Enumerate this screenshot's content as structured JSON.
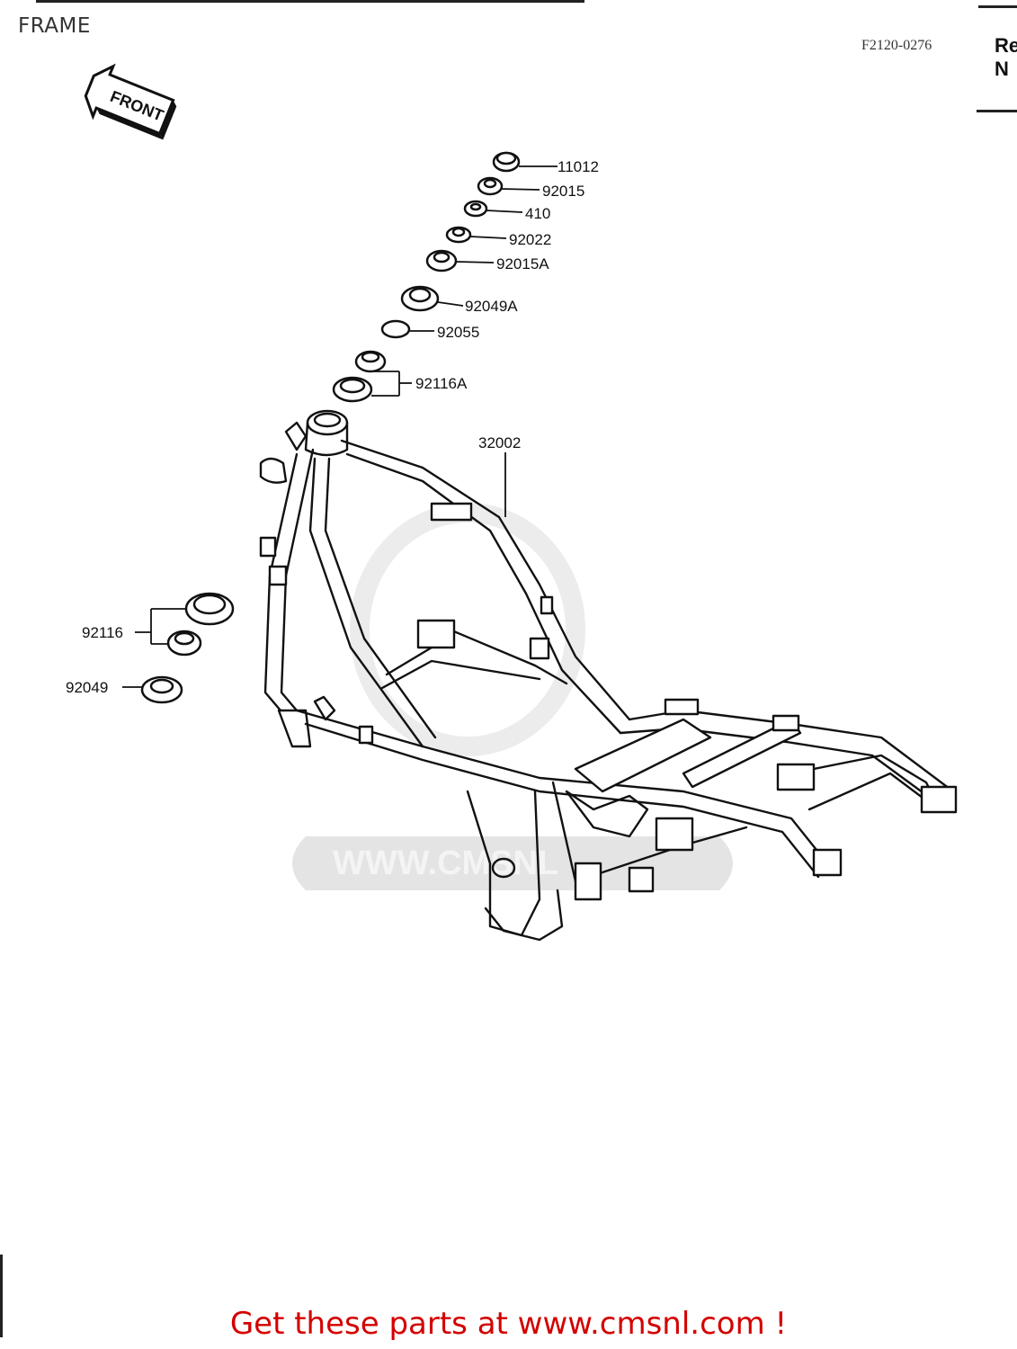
{
  "header": {
    "title": "FRAME",
    "ref_code": "F2120-0276",
    "corner_line1": "Re",
    "corner_line2": "N"
  },
  "front_arrow": {
    "label": "FRONT"
  },
  "parts": [
    {
      "id": "p-11012",
      "label": "11012"
    },
    {
      "id": "p-92015",
      "label": "92015"
    },
    {
      "id": "p-410",
      "label": "410"
    },
    {
      "id": "p-92022",
      "label": "92022"
    },
    {
      "id": "p-92015A",
      "label": "92015A"
    },
    {
      "id": "p-92049A",
      "label": "92049A"
    },
    {
      "id": "p-92055",
      "label": "92055"
    },
    {
      "id": "p-92116A",
      "label": "92116A"
    },
    {
      "id": "p-32002",
      "label": "32002"
    },
    {
      "id": "p-92116",
      "label": "92116"
    },
    {
      "id": "p-92049",
      "label": "92049"
    }
  ],
  "watermark": {
    "text": "WWW.CMSNL"
  },
  "footer": {
    "text": "Get these parts at www.cmsnl.com !",
    "color": "#d40000"
  }
}
